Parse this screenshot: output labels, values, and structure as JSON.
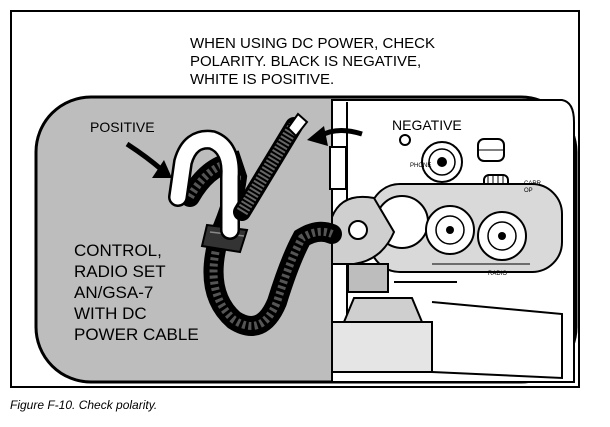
{
  "note": {
    "lines": [
      "WHEN USING DC POWER, CHECK",
      "POLARITY. BLACK IS NEGATIVE,",
      "WHITE IS POSITIVE."
    ]
  },
  "labels": {
    "positive": "POSITIVE",
    "negative": "NEGATIVE",
    "cable_description": [
      "CONTROL,",
      "RADIO SET",
      "AN/GSA-7",
      "WITH DC",
      "POWER CABLE"
    ],
    "phone": "PHONE",
    "carr_op": [
      "CARR",
      "OP"
    ],
    "radio": "RADIO"
  },
  "caption": "Figure F-10. Check polarity.",
  "colors": {
    "panel_gray": "#bdbdbd",
    "line": "#000000",
    "paper": "#ffffff"
  }
}
